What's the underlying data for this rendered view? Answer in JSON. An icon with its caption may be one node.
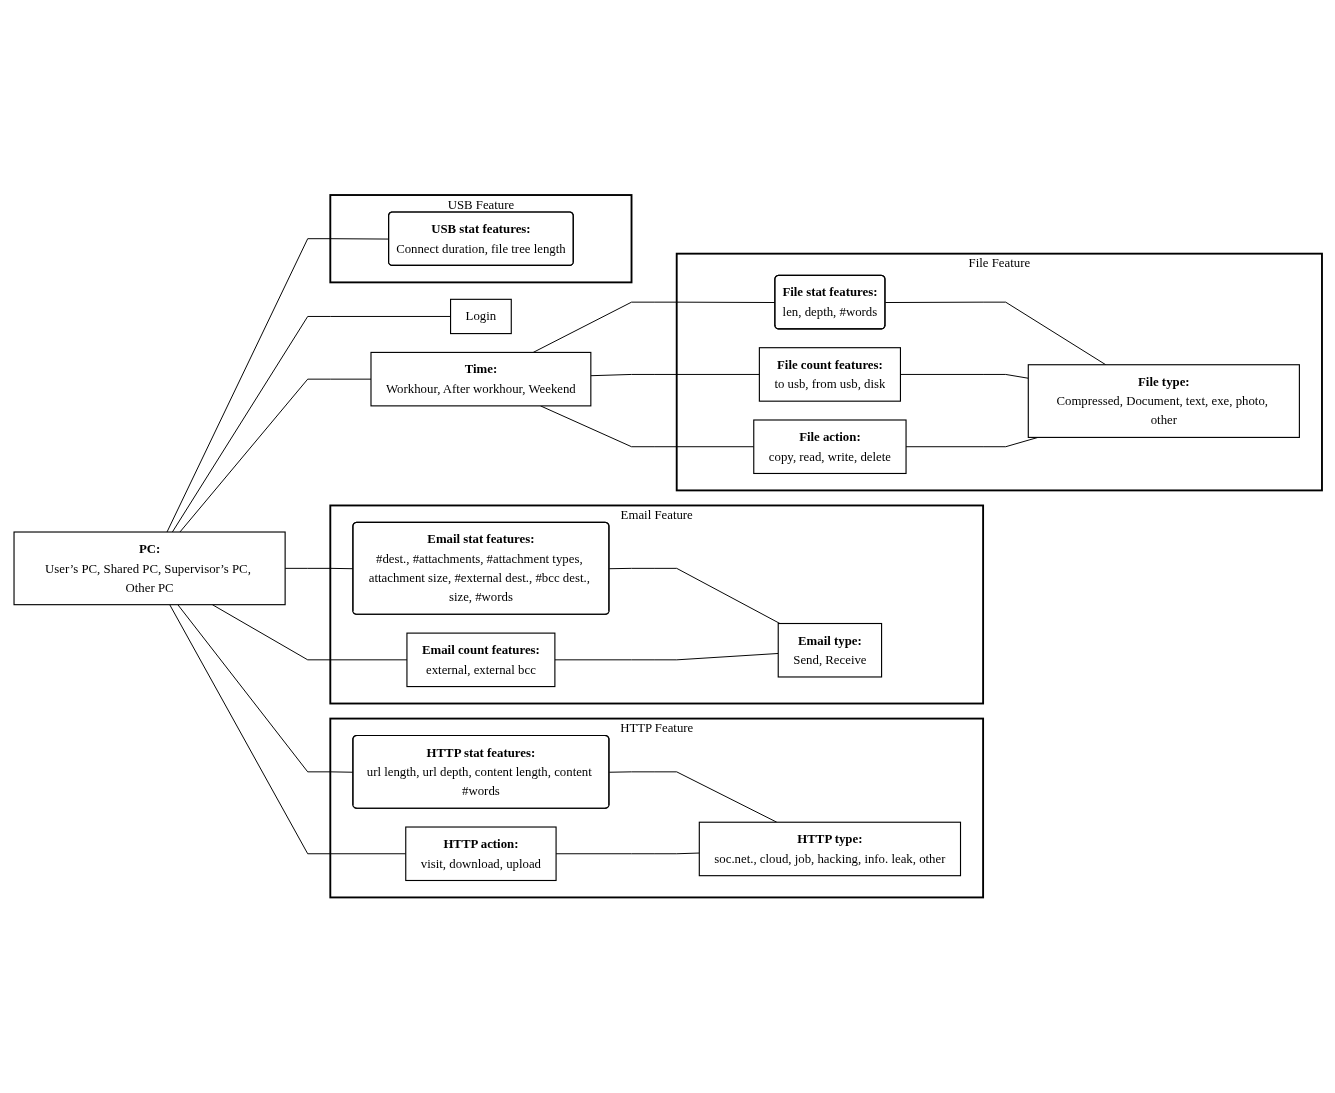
{
  "diagram": {
    "nodes": [
      {
        "text": [
          "HTTP Feature"
        ]
      },
      {
        "text": [
          "HTTP stat features:",
          "url length, url depth, content length, content #words"
        ],
        "in": 0
      },
      {
        "text": [
          "HTTP action:",
          "visit, download, upload"
        ],
        "in": 0
      },
      {
        "text": [
          "HTTP type:",
          "soc.net., cloud, job, hacking, info. leak, other"
        ],
        "in": 0
      },
      {
        "text": [
          "Email Feature"
        ]
      },
      {
        "text": [
          "Email stat features:",
          "#dest., #attachments, #attachment types, attachment size, #external dest., #bcc dest., size, #words"
        ],
        "in": 4
      },
      {
        "text": [
          "Email count features:",
          "external, external bcc"
        ],
        "in": 4
      },
      {
        "text": [
          "Email type:",
          "Send, Receive"
        ],
        "in": 4
      },
      {
        "text": [
          "File Feature"
        ]
      },
      {
        "text": [
          "File stat features:",
          "len, depth, #words"
        ],
        "in": 8
      },
      {
        "text": [
          "File count features:",
          "to usb, from usb, disk"
        ],
        "in": 8
      },
      {
        "text": [
          "File action:",
          "copy, read, write, delete"
        ],
        "in": 8
      },
      {
        "text": [
          "File type:",
          "Compressed, Document, text, exe, photo, other"
        ],
        "in": 8
      },
      {
        "text": [
          "USB Feature"
        ]
      },
      {
        "text": [
          "USB stat features:",
          "Connect duration, file tree length"
        ],
        "in": 13
      },
      {
        "text": [
          "Login"
        ]
      },
      {
        "text": [
          "PC:",
          "User’s PC, Shared PC, Supervisor’s PC, Other PC"
        ]
      },
      {
        "text": [
          "Time:",
          "Workhour, After workhour, Weekend"
        ]
      }
    ],
    "edges": [
      {
        "from": 16,
        "to": 17,
        "arrow": "none"
      },
      {
        "from": 16,
        "to": 1,
        "arrow": "none"
      },
      {
        "from": 16,
        "to": 2,
        "arrow": "none"
      },
      {
        "from": 16,
        "to": 5,
        "arrow": "none"
      },
      {
        "from": 16,
        "to": 6,
        "arrow": "none"
      },
      {
        "from": 17,
        "to": 9,
        "arrow": "none"
      },
      {
        "from": 17,
        "to": 10,
        "arrow": "none"
      },
      {
        "from": 17,
        "to": 11,
        "arrow": "none"
      },
      {
        "from": 16,
        "to": 14,
        "arrow": "none"
      },
      {
        "from": 16,
        "to": 15,
        "arrow": "none"
      },
      {
        "from": 1,
        "to": 3,
        "arrow": "none"
      },
      {
        "from": 2,
        "to": 3,
        "arrow": "none"
      },
      {
        "from": 5,
        "to": 7,
        "arrow": "none"
      },
      {
        "from": 6,
        "to": 7,
        "arrow": "none"
      },
      {
        "from": 9,
        "to": 12,
        "arrow": "none"
      },
      {
        "from": 10,
        "to": 12,
        "arrow": "none"
      },
      {
        "from": 11,
        "to": 12,
        "arrow": "none"
      }
    ]
  }
}
